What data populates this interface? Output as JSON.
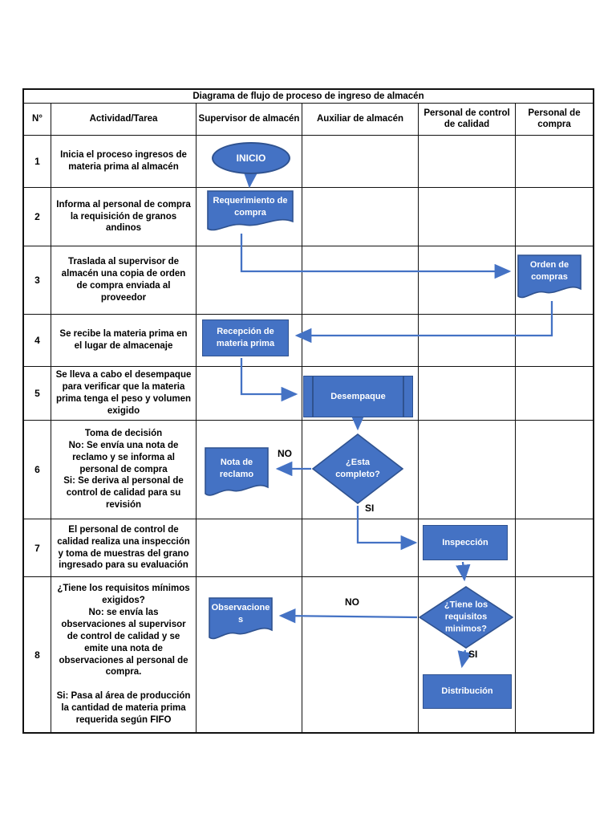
{
  "page": {
    "title": "Diagrama de flujo de proceso de ingreso de almacén"
  },
  "table": {
    "headers": [
      "N°",
      "Actividad/Tarea",
      "Supervisor de almacén",
      "Auxiliar de almacén",
      "Personal de control de calidad",
      "Personal de compra"
    ],
    "rows": [
      {
        "num": "1",
        "activity": "Inicia el proceso ingresos de materia prima al almacén"
      },
      {
        "num": "2",
        "activity": "Informa al personal de compra la requisición de granos andinos"
      },
      {
        "num": "3",
        "activity": "Traslada al supervisor de almacén una copia de orden de compra enviada al proveedor"
      },
      {
        "num": "4",
        "activity": "Se recibe la materia prima en el lugar de almacenaje"
      },
      {
        "num": "5",
        "activity": "Se lleva a cabo el desempaque para verificar que la materia prima tenga el peso y volumen exigido"
      },
      {
        "num": "6",
        "activity": "Toma de decisión\nNo: Se envía una nota de reclamo y se informa al personal de compra\nSi: Se deriva al personal de control de calidad para su revisión"
      },
      {
        "num": "7",
        "activity": "El personal de control de calidad realiza una inspección y toma de muestras del grano ingresado para su evaluación"
      },
      {
        "num": "8",
        "activity": "¿Tiene los requisitos mínimos exigidos?\nNo: se envía las observaciones al supervisor de control de calidad y se emite una nota de observaciones al personal de compra.\n\nSi: Pasa al área de producción la cantidad de materia prima requerida según FIFO"
      }
    ]
  },
  "flowchart": {
    "shapes": {
      "inicio": {
        "type": "terminator",
        "label": "INICIO"
      },
      "requerimiento": {
        "type": "document",
        "label": "Requerimiento de compra"
      },
      "orden": {
        "type": "document",
        "label": "Orden de compras"
      },
      "recepcion": {
        "type": "process",
        "label": "Recepción de materia prima"
      },
      "desempaque": {
        "type": "predefined-process",
        "label": "Desempaque"
      },
      "nota_reclamo": {
        "type": "document",
        "label": "Nota de reclamo"
      },
      "decision_completo": {
        "type": "decision",
        "label": "¿Esta completo?"
      },
      "inspeccion": {
        "type": "process",
        "label": "Inspección"
      },
      "observaciones": {
        "type": "document",
        "label": "Observaciones"
      },
      "decision_requisitos": {
        "type": "decision",
        "label": "¿Tiene los requisitos minimos?"
      },
      "distribucion": {
        "type": "process",
        "label": "Distribución"
      }
    },
    "edge_labels": {
      "no_completo": "NO",
      "si_completo": "SI",
      "no_requisitos": "NO",
      "si_requisitos": "SI"
    }
  },
  "colors": {
    "shape_fill": "#4472C4",
    "shape_border": "#2F528F",
    "connector": "#4472C4",
    "shape_text": "#FFFFFF",
    "table_border": "#111111",
    "text": "#000000"
  }
}
